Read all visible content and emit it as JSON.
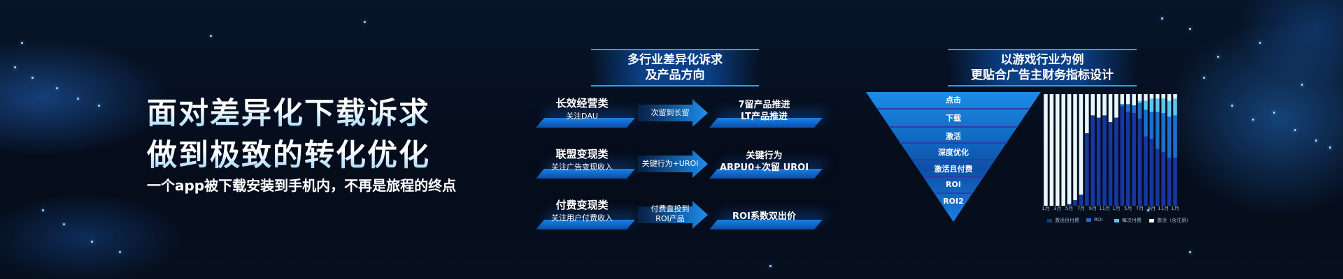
{
  "headline": {
    "line1": "面对差异化下载诉求",
    "line2": "做到极致的转化优化",
    "subtitle": "一个app被下载安装到手机内，不再是旅程的终点"
  },
  "middle": {
    "title_line1": "多行业差异化诉求",
    "title_line2": "及产品方向",
    "rows": [
      {
        "category": "长效经营类",
        "focus": "关注DAU",
        "arrow": "次留到长留",
        "product_line1": "7留产品推进",
        "product_line2": "LT产品推进"
      },
      {
        "category": "联盟变现类",
        "focus": "关注广告变现收入",
        "arrow": "关键行为+UROI",
        "product_line1": "关键行为",
        "product_line2": "ARPU0+次留 UROI"
      },
      {
        "category": "付费变现类",
        "focus": "关注用户付费收入",
        "arrow": "付费直投到\nROI产品",
        "product_line1": "ROI系数双出价",
        "product_line2": ""
      }
    ]
  },
  "right": {
    "title_line1": "以游戏行业为例",
    "title_line2": "更贴合广告主财务指标设计",
    "funnel": [
      "点击",
      "下载",
      "激活",
      "深度优化",
      "激活且付费",
      "ROI",
      "ROI2"
    ]
  },
  "chart_data": {
    "type": "bar",
    "stacked": true,
    "categories": [
      "1月",
      "",
      "3月",
      "",
      "5月",
      "",
      "7月",
      "",
      "9月",
      "",
      "11月",
      "",
      "1月",
      "",
      "5月",
      "",
      "7月",
      "",
      "9月",
      "",
      "11月",
      "",
      "1月"
    ],
    "series": [
      {
        "name": "激活且付费",
        "color": "#1737a0",
        "values": [
          0,
          0,
          0,
          0,
          1.5,
          5,
          10,
          65,
          81,
          79,
          81,
          75,
          79,
          89,
          84,
          83,
          78,
          62,
          60,
          51,
          48,
          43,
          43
        ]
      },
      {
        "name": "ROI",
        "color": "#1b6fd0",
        "values": [
          0,
          0,
          0,
          0,
          0,
          0,
          0,
          0,
          0,
          0,
          0,
          0,
          0,
          2,
          7,
          7,
          14,
          24,
          24,
          33,
          35,
          37,
          38
        ]
      },
      {
        "name": "每次付费",
        "color": "#5cc6f0",
        "values": [
          0,
          0,
          0,
          0,
          0,
          0,
          0,
          0,
          0,
          0,
          0,
          0,
          0,
          0,
          0,
          0,
          2,
          8,
          12,
          12,
          13,
          14,
          15
        ]
      },
      {
        "name": "激活（含注册）",
        "color": "#e8f7ff",
        "values": [
          100,
          100,
          100,
          100,
          98.5,
          95,
          90,
          35,
          19,
          21,
          19,
          25,
          21,
          9,
          9,
          10,
          6,
          6,
          4,
          4,
          4,
          6,
          4
        ]
      }
    ],
    "ylim": [
      0,
      100
    ],
    "grid": false,
    "legend": "bottom"
  }
}
